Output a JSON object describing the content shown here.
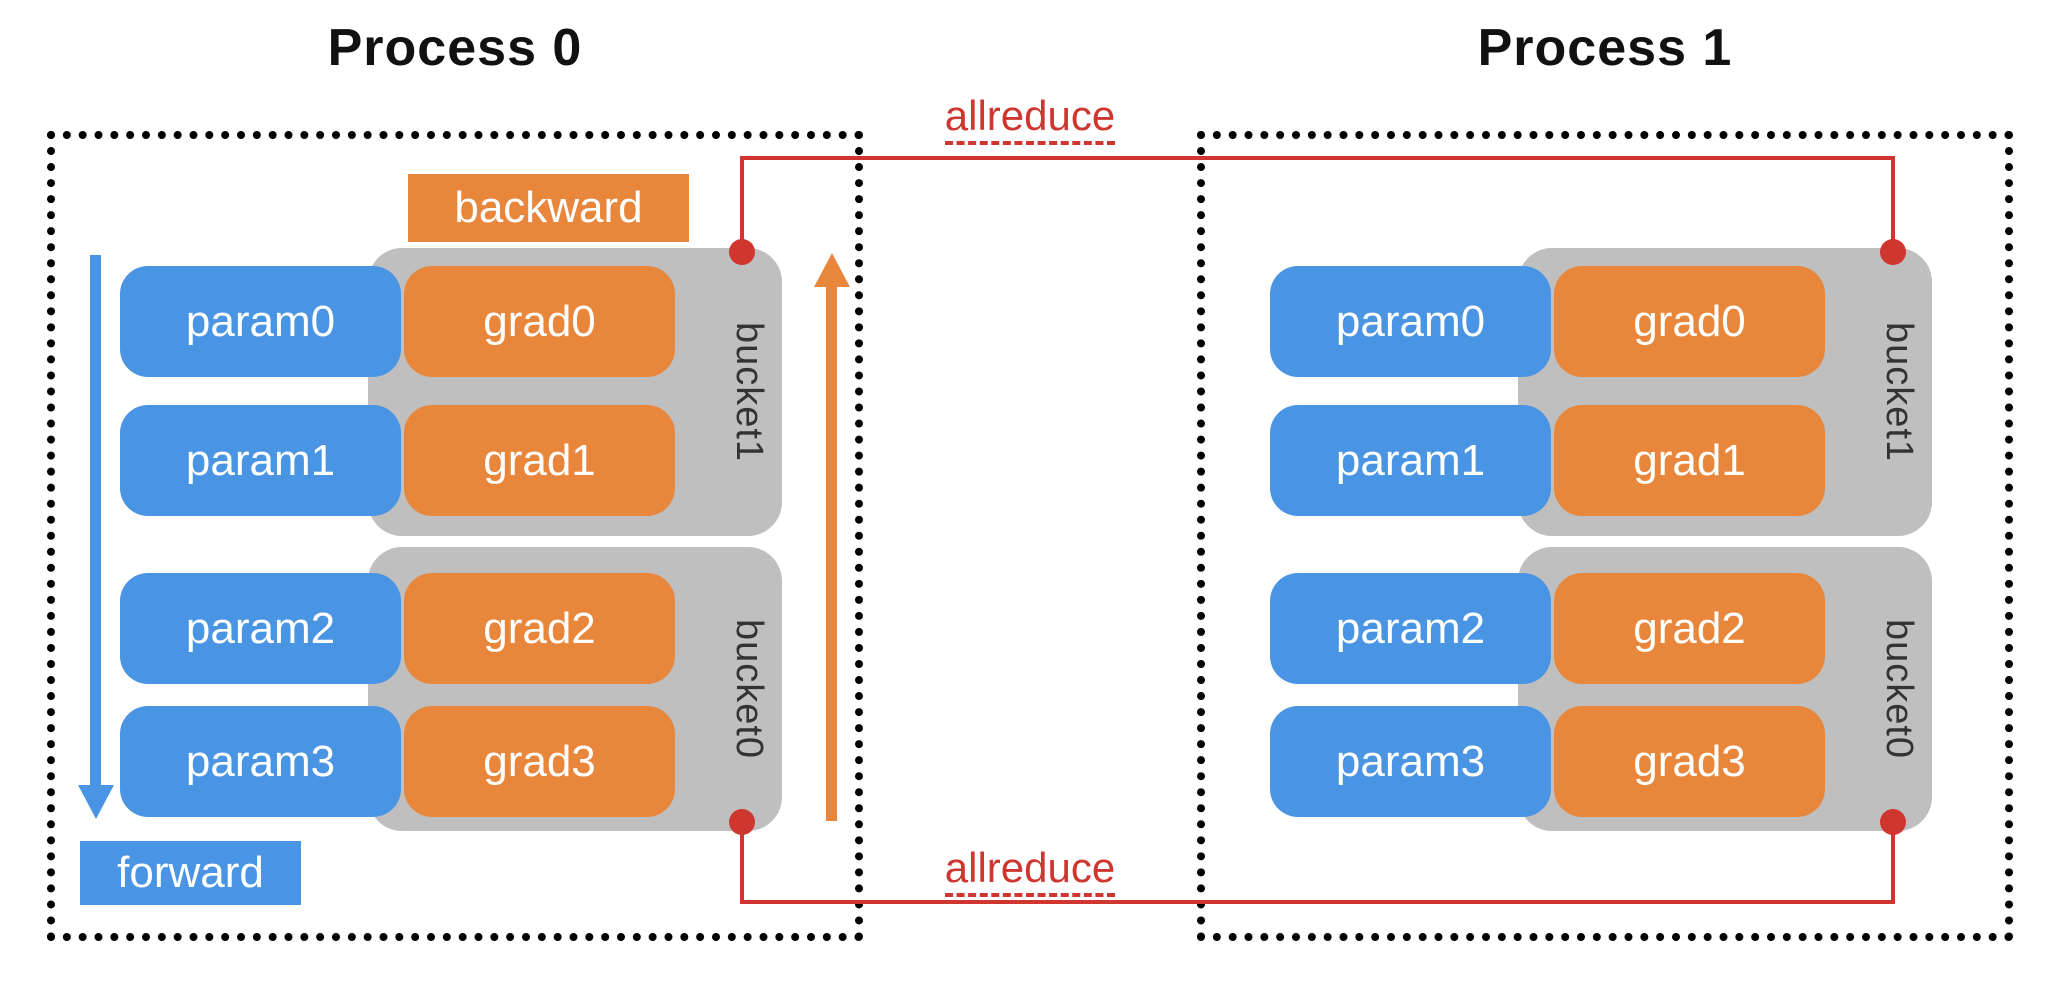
{
  "labels": {
    "backward": "backward",
    "forward": "forward",
    "allreduce_top": "allreduce",
    "allreduce_bottom": "allreduce"
  },
  "processes": [
    {
      "title": "Process 0",
      "params": [
        "param0",
        "param1",
        "param2",
        "param3"
      ],
      "grads": [
        "grad0",
        "grad1",
        "grad2",
        "grad3"
      ],
      "bucket_top": "bucket1",
      "bucket_bottom": "bucket0"
    },
    {
      "title": "Process 1",
      "params": [
        "param0",
        "param1",
        "param2",
        "param3"
      ],
      "grads": [
        "grad0",
        "grad1",
        "grad2",
        "grad3"
      ],
      "bucket_top": "bucket1",
      "bucket_bottom": "bucket0"
    }
  ],
  "colors": {
    "param_blue": "#4a94e4",
    "grad_orange": "#e8873c",
    "bucket_gray": "#bfbfbf",
    "connector_red": "#cf3630",
    "text_white": "#ffffff",
    "border_black": "#000000"
  }
}
